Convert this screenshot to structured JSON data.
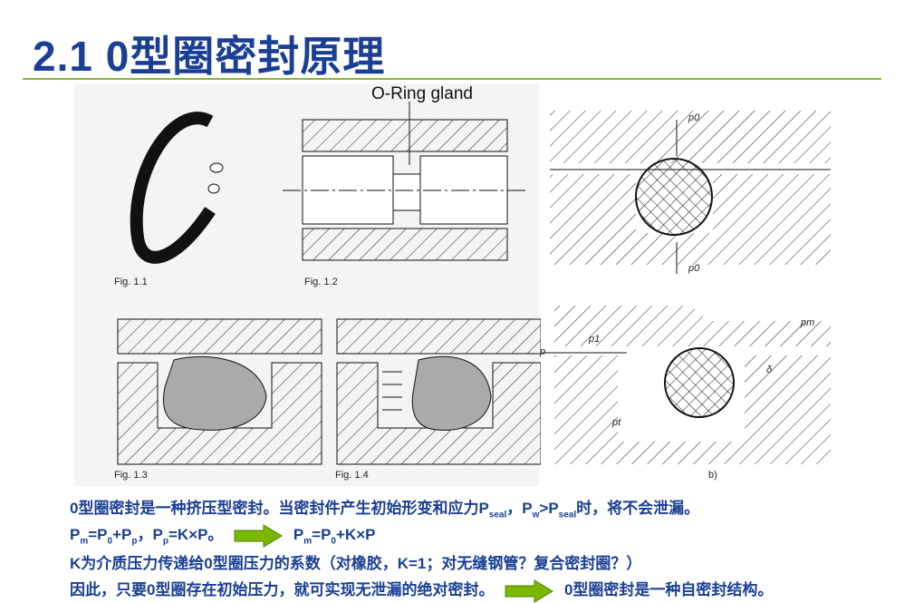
{
  "title": "2.1 0型圈密封原理",
  "figures": {
    "gland_label": "O-Ring gland",
    "captions": [
      "Fig. 1.1",
      "Fig. 1.2",
      "Fig. 1.3",
      "Fig. 1.4",
      "b)"
    ],
    "labels": {
      "p0": "p0",
      "p0b": "p0",
      "p": "p",
      "p1": "p1",
      "pm": "pm",
      "pt": "pt",
      "delta": "δ"
    }
  },
  "text": {
    "line1_a": "0型圈密封是一种挤压型密封。当密封件产生初始形变和应力P",
    "line1_sub1": "seal",
    "line1_b": "，P",
    "line1_sub2": "w",
    "line1_c": ">P",
    "line1_sub3": "seal",
    "line1_d": "时，将不会泄漏。",
    "line2_a": "P",
    "line2_sub1": "m",
    "line2_b": "=P",
    "line2_sub2": "0",
    "line2_c": "+P",
    "line2_sub3": "p",
    "line2_d": "，P",
    "line2_sub4": "p",
    "line2_e": "=K×P。",
    "line2_f": "P",
    "line2_sub5": "m",
    "line2_g": "=P",
    "line2_sub6": "0",
    "line2_h": "+K×P",
    "line3": "K为介质压力传递给0型圈压力的系数（对橡胶，K=1；对无缝钢管？复合密封圈？）",
    "line4_a": "因此，只要0型圈存在初始压力，就可实现无泄漏的绝对密封。",
    "line4_b": "0型圈密封是一种自密封结构。"
  },
  "colors": {
    "title": "#1a3f94",
    "rule": "#8db33a",
    "arrow": "#7ab800"
  }
}
